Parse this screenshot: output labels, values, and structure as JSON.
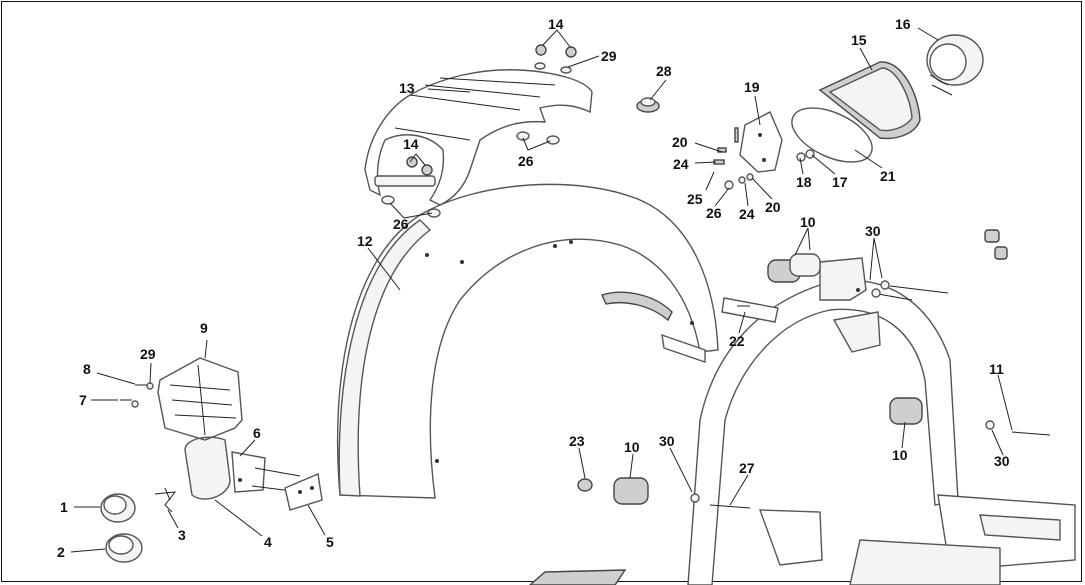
{
  "callouts": [
    {
      "id": "c1",
      "text": "1"
    },
    {
      "id": "c2",
      "text": "2"
    },
    {
      "id": "c3",
      "text": "3"
    },
    {
      "id": "c4",
      "text": "4"
    },
    {
      "id": "c5",
      "text": "5"
    },
    {
      "id": "c6",
      "text": "6"
    },
    {
      "id": "c7",
      "text": "7"
    },
    {
      "id": "c8",
      "text": "8"
    },
    {
      "id": "c9",
      "text": "9"
    },
    {
      "id": "c29a",
      "text": "29"
    },
    {
      "id": "c12",
      "text": "12"
    },
    {
      "id": "c13",
      "text": "13"
    },
    {
      "id": "c14a",
      "text": "14"
    },
    {
      "id": "c14b",
      "text": "14"
    },
    {
      "id": "c29b",
      "text": "29"
    },
    {
      "id": "c26a",
      "text": "26"
    },
    {
      "id": "c26b",
      "text": "26"
    },
    {
      "id": "c28",
      "text": "28"
    },
    {
      "id": "c15",
      "text": "15"
    },
    {
      "id": "c16",
      "text": "16"
    },
    {
      "id": "c19",
      "text": "19"
    },
    {
      "id": "c20a",
      "text": "20"
    },
    {
      "id": "c24a",
      "text": "24"
    },
    {
      "id": "c25",
      "text": "25"
    },
    {
      "id": "c26c",
      "text": "26"
    },
    {
      "id": "c24b",
      "text": "24"
    },
    {
      "id": "c20b",
      "text": "20"
    },
    {
      "id": "c18",
      "text": "18"
    },
    {
      "id": "c17",
      "text": "17"
    },
    {
      "id": "c21",
      "text": "21"
    },
    {
      "id": "c10a",
      "text": "10"
    },
    {
      "id": "c30a",
      "text": "30"
    },
    {
      "id": "c22",
      "text": "22"
    },
    {
      "id": "c11",
      "text": "11"
    },
    {
      "id": "c10b",
      "text": "10"
    },
    {
      "id": "c30b",
      "text": "30"
    },
    {
      "id": "c23",
      "text": "23"
    },
    {
      "id": "c10c",
      "text": "10"
    },
    {
      "id": "c30c",
      "text": "30"
    },
    {
      "id": "c27",
      "text": "27"
    }
  ]
}
